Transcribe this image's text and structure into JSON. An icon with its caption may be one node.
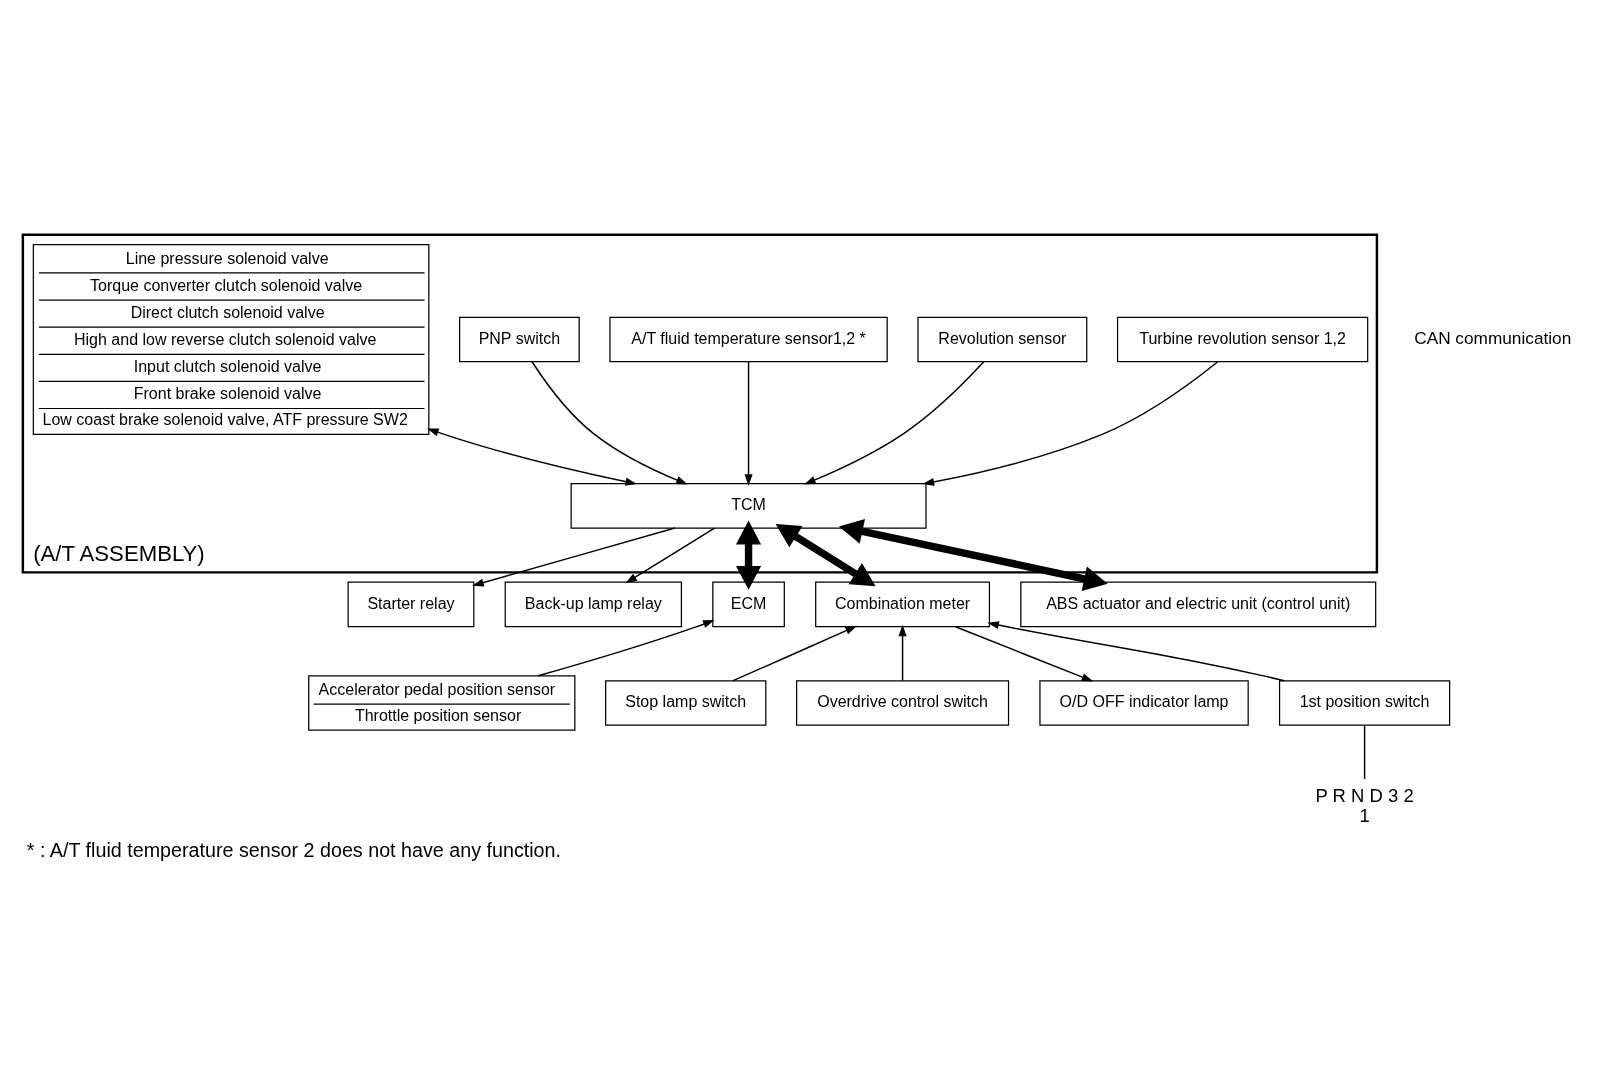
{
  "diagram": {
    "caption": "* : A/T fluid temperature sensor 2 does not have any function.",
    "nodes": [
      {
        "text": [
          "(A/T ASSEMBLY)"
        ]
      },
      {
        "text": [
          "Turbine revolution sensor 1,2"
        ],
        "in": 0
      },
      {
        "text": [
          "Revolution sensor"
        ],
        "in": 0
      },
      {
        "text": [
          "A/T fluid temperature sensor1,2 *"
        ],
        "in": 0
      },
      {
        "text": [
          "PNP switch"
        ],
        "in": 0
      },
      {
        "text": [
          "Line pressure solenoid valve",
          "Torque converter clutch solenoid valve",
          "Direct clutch solenoid valve",
          "High and low reverse clutch solenoid valve",
          "Input clutch solenoid valve",
          "Front brake solenoid valve",
          "Low coast brake solenoid valve, ATF pressure SW2"
        ],
        "in": 0
      },
      {
        "text": [
          "TCM"
        ],
        "in": 0
      },
      {
        "text": [
          "Starter relay"
        ]
      },
      {
        "text": [
          "Back-up lamp relay"
        ]
      },
      {
        "text": [
          "ECM"
        ]
      },
      {
        "text": [
          "Combination meter"
        ]
      },
      {
        "text": [
          "ABS actuator and electric unit (control unit)"
        ]
      },
      {
        "text": [
          "Stop lamp switch"
        ]
      },
      {
        "text": [
          "Overdrive control switch"
        ]
      },
      {
        "text": [
          "Accelerator pedal position sensor",
          "Throttle position sensor"
        ]
      },
      {
        "text": [
          "O/D OFF indicator lamp"
        ]
      },
      {
        "text": [
          "1st position switch"
        ]
      },
      {
        "text": [
          "P R N D 3 2",
          "1"
        ]
      }
    ],
    "edges": [
      {
        "from": 4,
        "to": 6,
        "arrow": "to"
      },
      {
        "from": 5,
        "to": 6,
        "arrow": "both"
      },
      {
        "from": 3,
        "to": 6,
        "arrow": "to"
      },
      {
        "from": 2,
        "to": 6,
        "arrow": "to"
      },
      {
        "from": 1,
        "to": 6,
        "arrow": "to"
      },
      {
        "from": 6,
        "to": 7,
        "arrow": "to"
      },
      {
        "from": 6,
        "to": 8,
        "arrow": "to"
      },
      {
        "from": 6,
        "to": 9,
        "arrow": "both",
        "style": "thick"
      },
      {
        "from": 6,
        "to": 10,
        "arrow": "both",
        "style": "thick"
      },
      {
        "from": 6,
        "to": 11,
        "arrow": "both",
        "style": "thick"
      },
      {
        "from": 12,
        "to": 10,
        "arrow": "to"
      },
      {
        "from": 13,
        "to": 10,
        "arrow": "to"
      },
      {
        "from": 16,
        "to": 10,
        "arrow": "to"
      },
      {
        "from": 14,
        "to": 9,
        "arrow": "to"
      },
      {
        "from": 10,
        "to": 15,
        "arrow": "to"
      },
      {
        "from": 17,
        "to": 16,
        "arrow": "none"
      }
    ],
    "labels": [
      "CAN communication"
    ]
  }
}
